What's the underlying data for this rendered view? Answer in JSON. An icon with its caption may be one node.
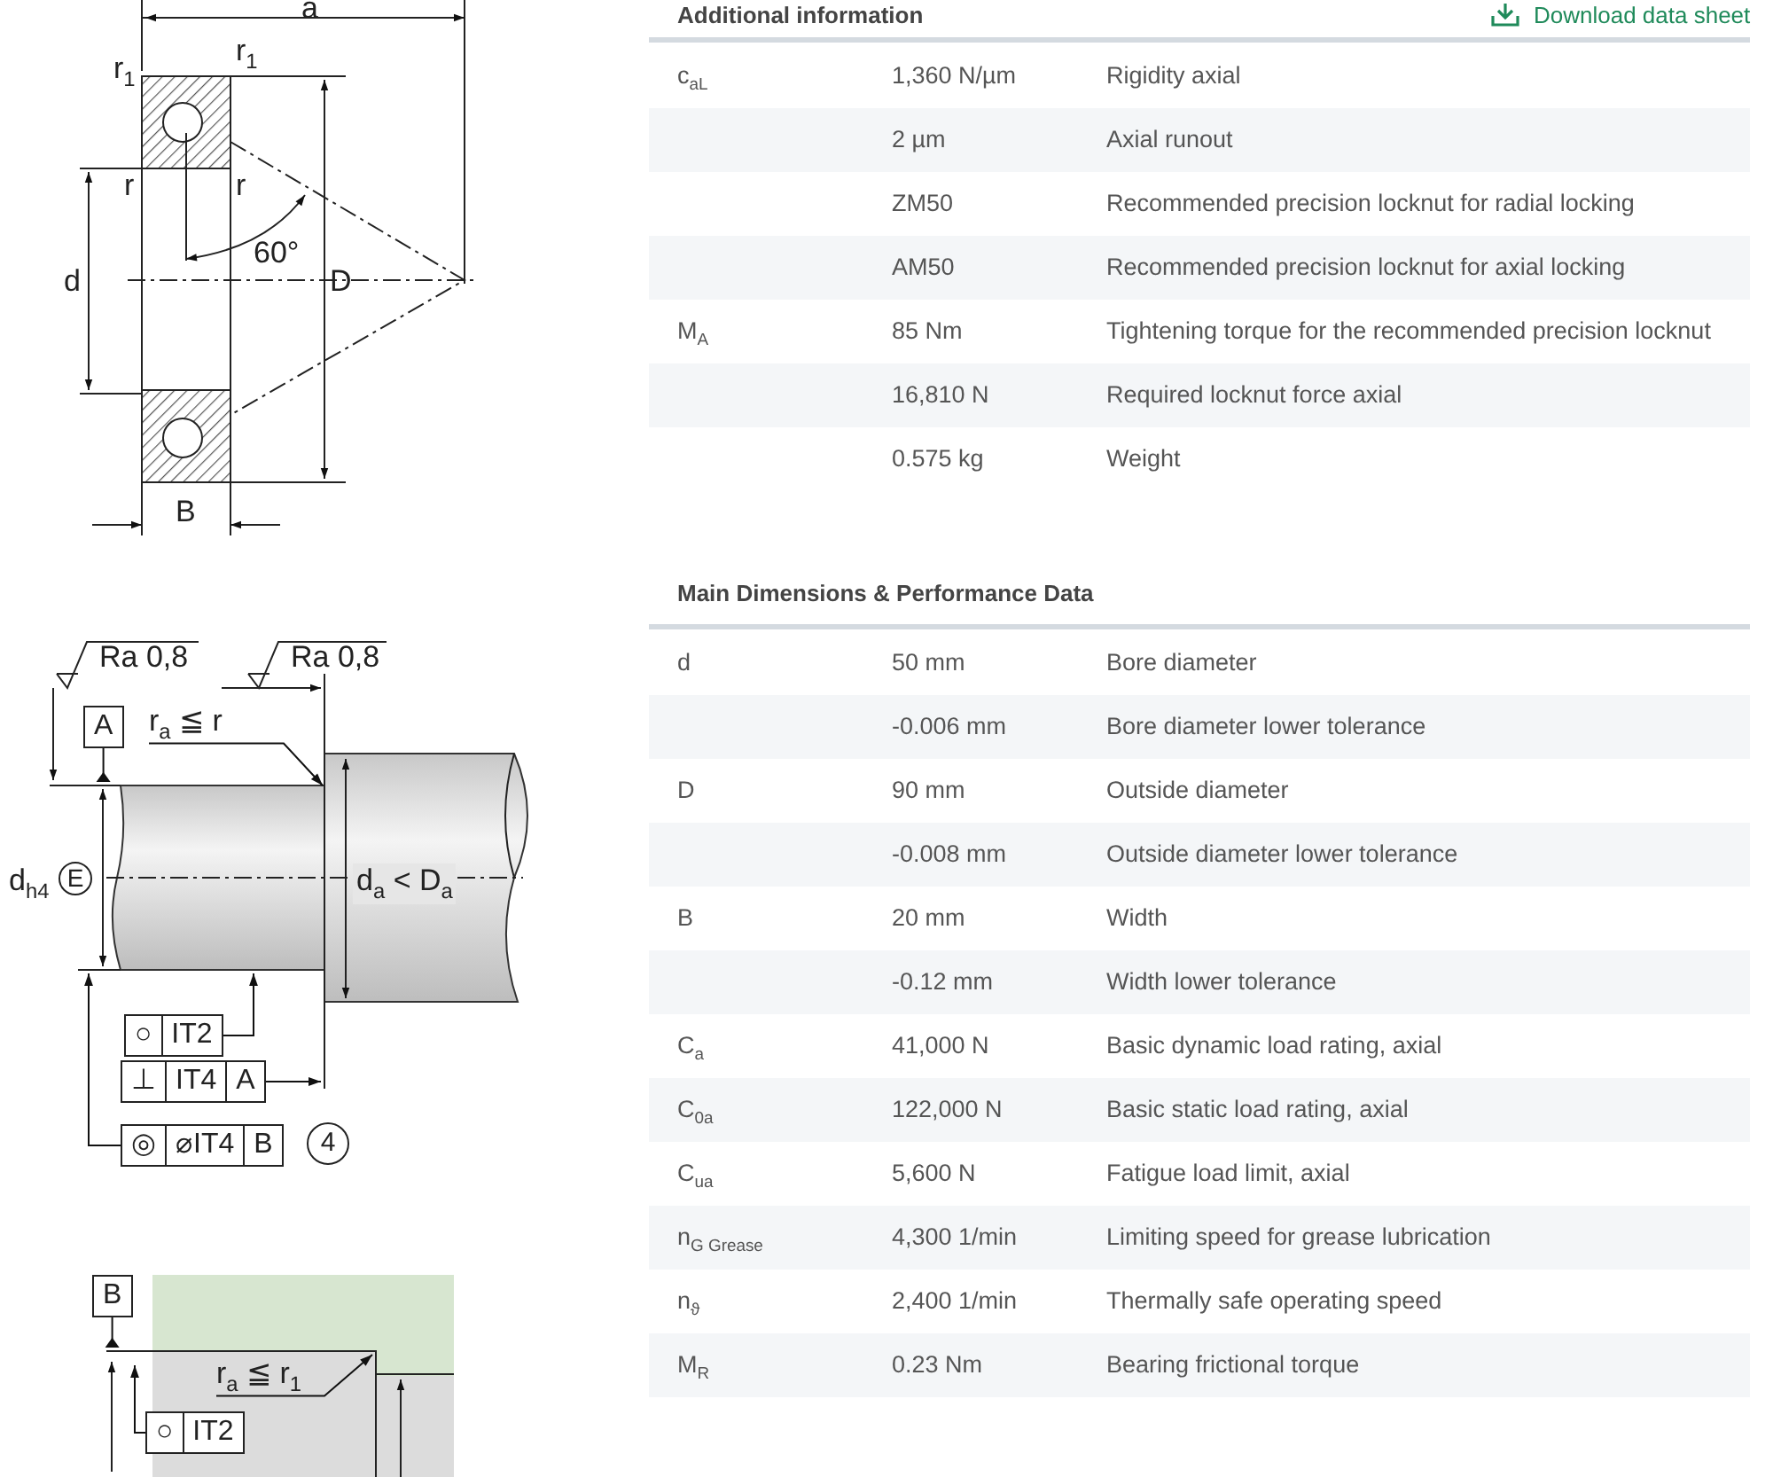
{
  "diagram": {
    "nodes": [
      {
        "text": [
          "A"
        ]
      },
      {
        "text": [
          "r$_{a}$ ≦ r"
        ]
      },
      {
        "text": [
          "○",
          "IT2"
        ]
      },
      {
        "text": [
          "⊥",
          "IT4",
          "A"
        ]
      },
      {
        "text": [
          "◎",
          "⌀IT4",
          "B"
        ],
        "beside": [
          "4"
        ]
      },
      {
        "text": [
          "B"
        ]
      },
      {
        "text": [
          "r$_{a}$ ≦ r$_{1}$"
        ]
      },
      {
        "text": [
          "○",
          "IT2"
        ]
      }
    ],
    "edges": [
      {
        "from": 0,
        "to": null,
        "arrow": "other"
      },
      {
        "from": 1,
        "to": null,
        "arrow": "to"
      },
      {
        "from": 2,
        "to": null,
        "arrow": "to"
      },
      {
        "from": 3,
        "to": null,
        "arrow": "to"
      },
      {
        "from": 4,
        "to": null,
        "arrow": "to"
      },
      {
        "from": 5,
        "to": null,
        "arrow": "other"
      },
      {
        "from": 6,
        "to": null,
        "arrow": "to"
      },
      {
        "from": 7,
        "to": null,
        "arrow": "to"
      }
    ],
    "labels": [
      "a",
      "r$_{1}$",
      "r$_{1}$",
      "r",
      "r",
      "60°",
      "d",
      "D",
      "B",
      "Ra 0,8",
      "Ra 0,8",
      "d$_{h4}$",
      "E",
      "d$_{a}$ < D$_{a}$",
      "Additional information",
      "Download data sheet",
      "c$_{aL}$",
      "1,360 N/µm",
      "Rigidity axial",
      "2 µm",
      "Axial runout",
      "ZM50",
      "Recommended precision locknut for radial locking",
      "AM50",
      "Recommended precision locknut for axial locking",
      "M$_{A}$",
      "85 Nm",
      "Tightening torque for the recommended precision locknut",
      "16,810 N",
      "Required locknut force axial",
      "0.575 kg",
      "Weight",
      "Main Dimensions & Performance Data",
      "d",
      "50 mm",
      "Bore diameter",
      "-0.006 mm",
      "Bore diameter lower tolerance",
      "D",
      "90 mm",
      "Outside diameter",
      "-0.008 mm",
      "Outside diameter lower tolerance",
      "B",
      "20 mm",
      "Width",
      "-0.12 mm",
      "Width lower tolerance",
      "C$_{a}$",
      "41,000 N",
      "Basic dynamic load rating, axial",
      "C$_{0a}$",
      "122,000 N",
      "Basic static load rating, axial",
      "C$_{ua}$",
      "5,600 N",
      "Fatigue load limit, axial",
      "n$_{G Grease}$",
      "4,300 1/min",
      "Limiting speed for grease lubrication",
      "n$_{ϑ}$",
      "2,400 1/min",
      "Thermally safe operating speed",
      "M$_{R}$",
      "0.23 Nm",
      "Bearing frictional torque"
    ]
  }
}
